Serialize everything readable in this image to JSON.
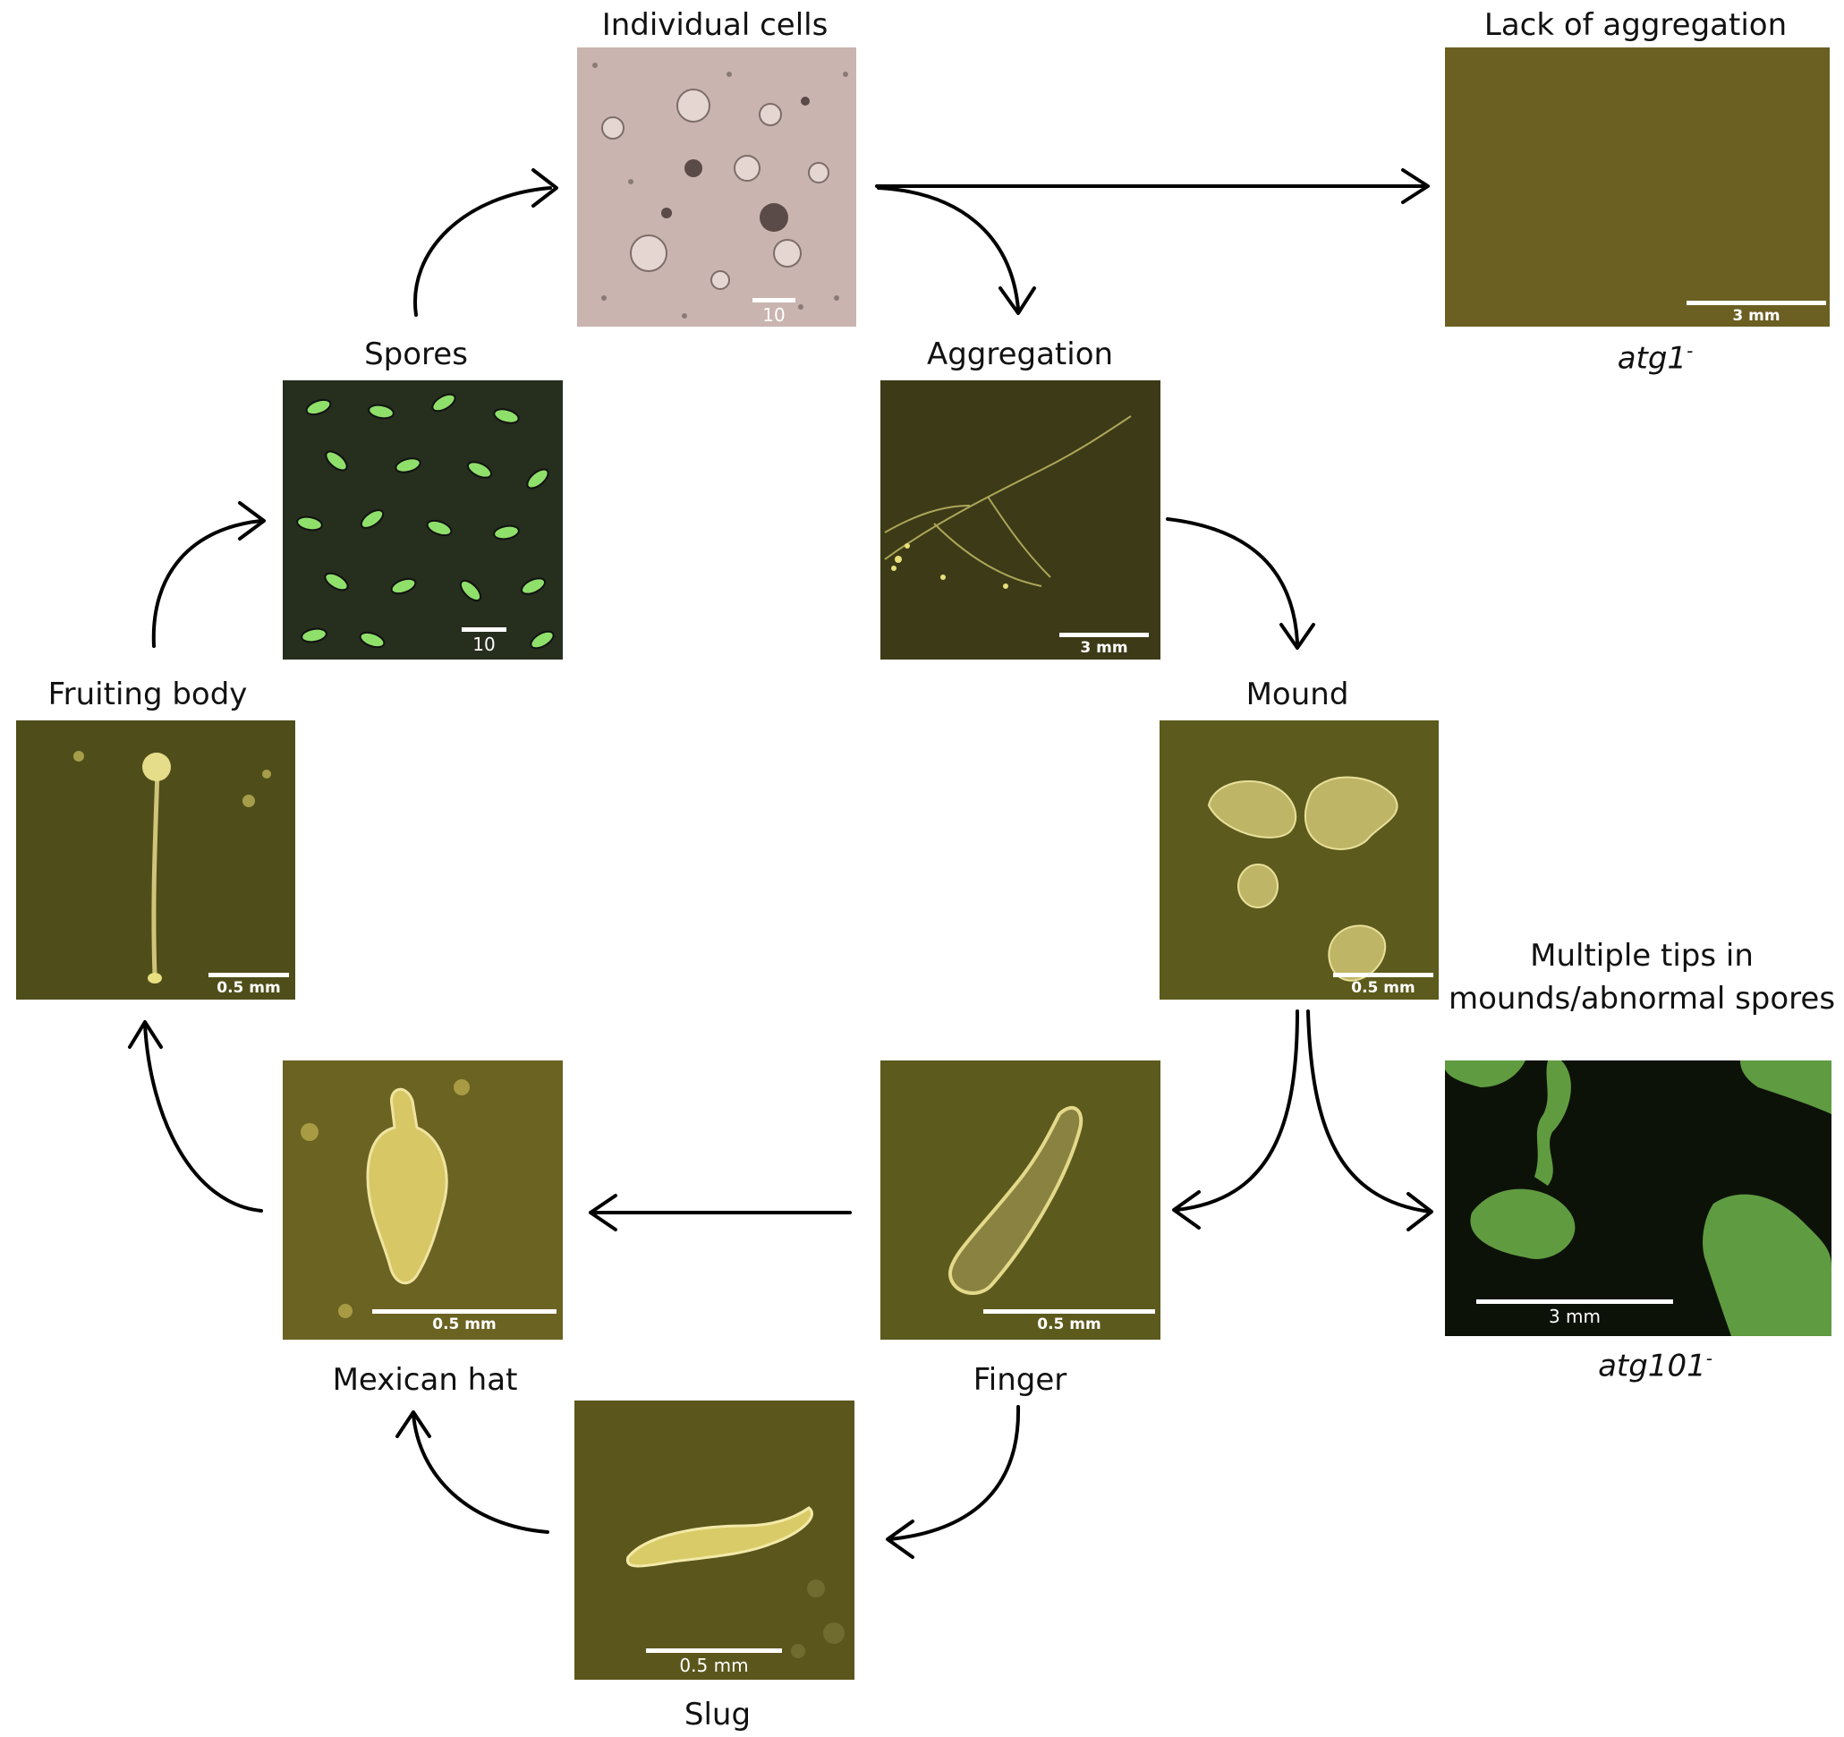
{
  "stages": {
    "individual_cells": {
      "label": "Individual cells",
      "scale": "10 μm"
    },
    "aggregation": {
      "label": "Aggregation",
      "scale": "3 mm"
    },
    "mound": {
      "label": "Mound",
      "scale": "0.5 mm"
    },
    "finger": {
      "label": "Finger",
      "scale": "0.5 mm"
    },
    "slug": {
      "label": "Slug",
      "scale": "0.5 mm"
    },
    "mexican_hat": {
      "label": "Mexican hat",
      "scale": "0.5 mm"
    },
    "fruiting_body": {
      "label": "Fruiting body",
      "scale": "0.5 mm"
    },
    "spores": {
      "label": "Spores",
      "scale": "10 μm"
    }
  },
  "mutants": {
    "atg1": {
      "phenotype": "Lack of aggregation",
      "strain": "atg1",
      "strain_sup": "-",
      "scale": "3 mm"
    },
    "atg101": {
      "phenotype": "Multiple tips in mounds/abnormal spores",
      "strain": "atg101",
      "strain_sup": "-",
      "scale": "3 mm"
    }
  },
  "colors": {
    "arrow": "#000000",
    "cells_bg": "#c9b4b0",
    "spores_bg": "#262e1e",
    "olive_bg": "#5c5a1c",
    "atg1_bg": "#6b5f22",
    "atg101_bg": "#0d1208"
  }
}
